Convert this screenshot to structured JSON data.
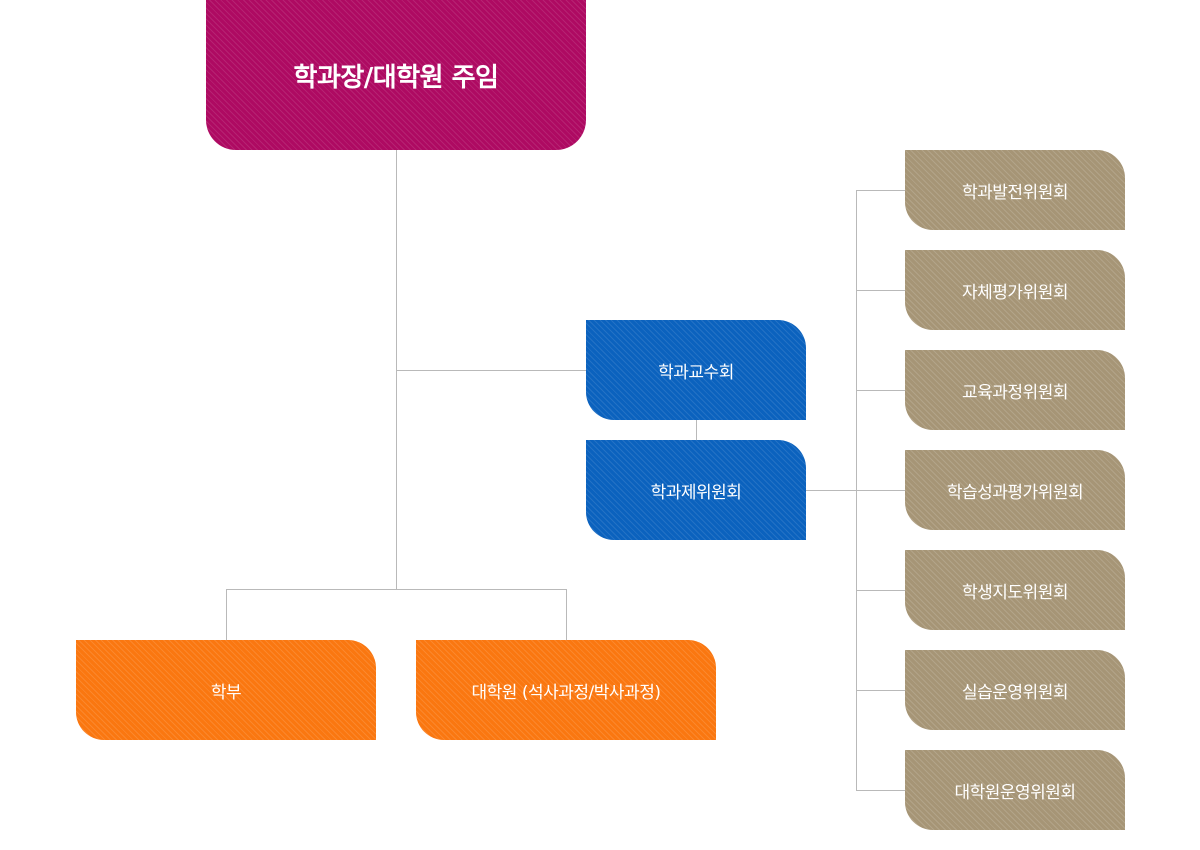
{
  "head": {
    "label": "학과장/대학원 주임"
  },
  "faculty_meeting": {
    "label": "학과교수회"
  },
  "department_committee": {
    "label": "학과제위원회"
  },
  "undergraduate": {
    "label": "학부"
  },
  "graduate": {
    "label": "대학원 (석사과정/박사과정)"
  },
  "committees": [
    {
      "label": "학과발전위원회"
    },
    {
      "label": "자체평가위원회"
    },
    {
      "label": "교육과정위원회"
    },
    {
      "label": "학습성과평가위원회"
    },
    {
      "label": "학생지도위원회"
    },
    {
      "label": "실습운영위원회"
    },
    {
      "label": "대학원운영위원회"
    }
  ],
  "colors": {
    "head": "#ae0a62",
    "council": "#0b62be",
    "program": "#fa7710",
    "committee": "#a69576",
    "connector": "#b9b9b9"
  }
}
